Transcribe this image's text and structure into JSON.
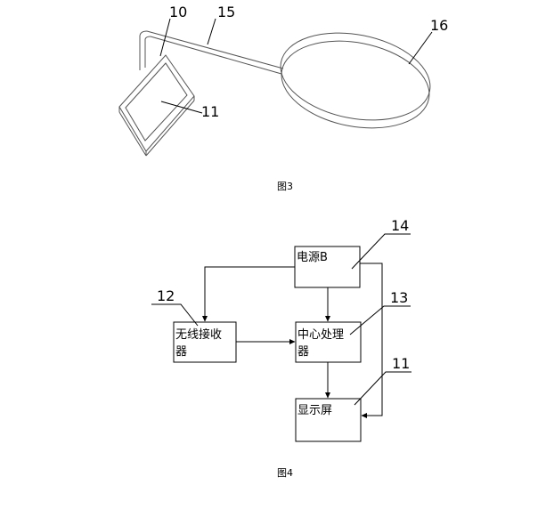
{
  "figure3": {
    "caption": "图3",
    "labels": {
      "n10": "10",
      "n15": "15",
      "n16": "16",
      "n11": "11"
    }
  },
  "figure4": {
    "caption": "图4",
    "refs": {
      "n14": "14",
      "n12": "12",
      "n13": "13",
      "n11": "11"
    },
    "blocks": {
      "power": "电源B",
      "receiver_line1": "无线接收",
      "receiver_line2": "器",
      "cpu_line1": "中心处理",
      "cpu_line2": "器",
      "display": "显示屏"
    }
  },
  "colors": {
    "line": "#000000",
    "device": "#555555",
    "background": "#ffffff"
  }
}
